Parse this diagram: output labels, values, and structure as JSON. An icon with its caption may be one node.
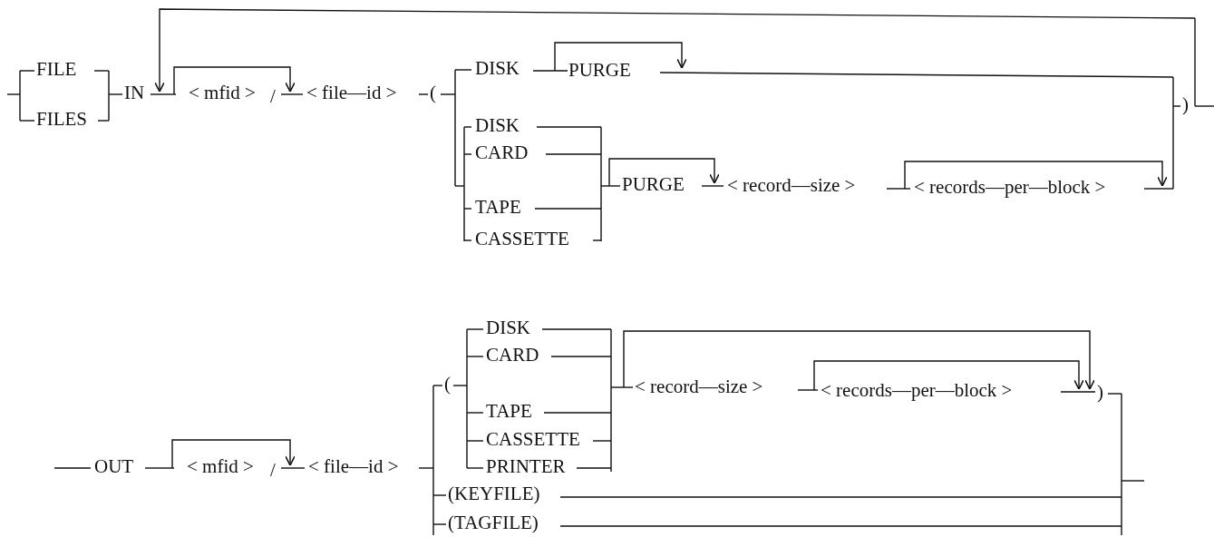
{
  "diagram": {
    "labels": [
      "FILE",
      "DISK",
      "PURGE",
      "IN",
      "< mfid >",
      "/",
      "< file—id >",
      "(",
      ")",
      "FILES",
      "DISK",
      "CARD",
      "PURGE",
      "< record—size >",
      "< records—per—block >",
      "TAPE",
      "CASSETTE",
      "DISK",
      "CARD",
      "(",
      "< record—size >",
      "< records—per—block >",
      ")",
      "TAPE",
      "CASSETTE",
      "OUT",
      "< mfid >",
      "/",
      "< file—id >",
      "PRINTER",
      "(KEYFILE)",
      "(TAGFILE)"
    ]
  }
}
